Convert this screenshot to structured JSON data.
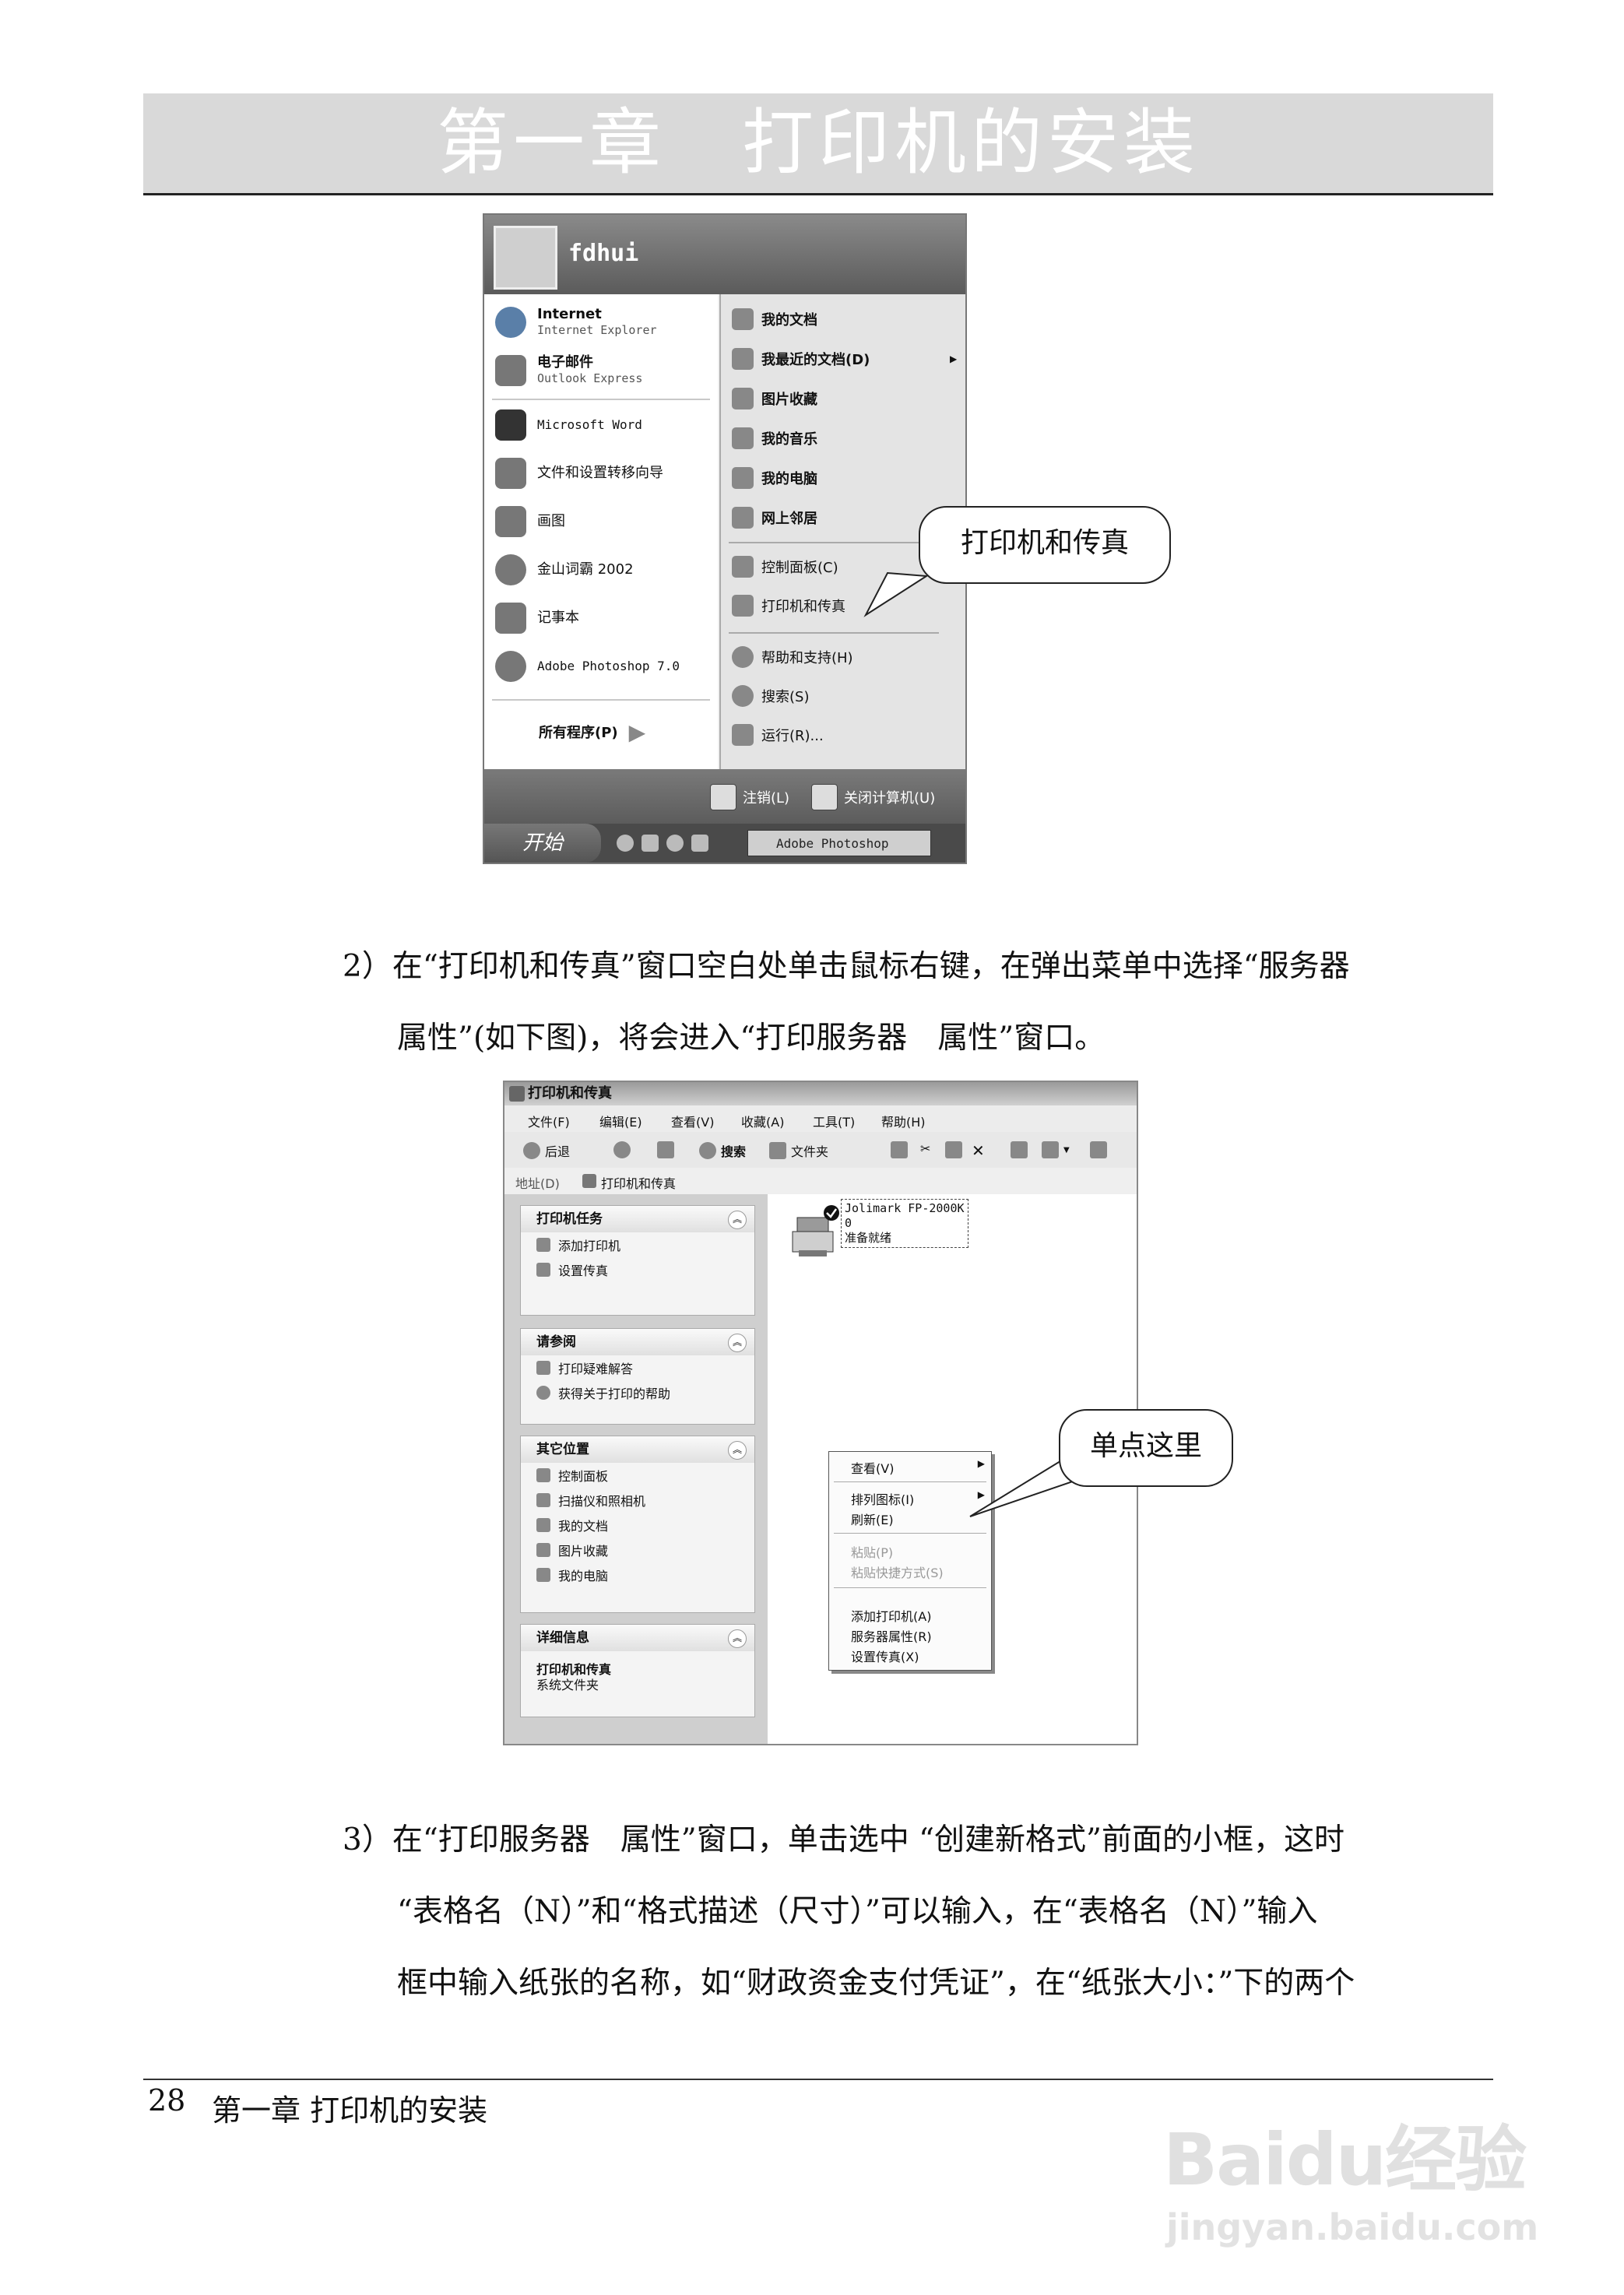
{
  "header": {
    "chapter_title": "第一章　打印机的安装"
  },
  "start_menu": {
    "user_name": "fdhui",
    "left_items": [
      {
        "label": "Internet",
        "sub": "Internet Explorer"
      },
      {
        "label": "电子邮件",
        "sub": "Outlook Express"
      },
      {
        "label": "Microsoft Word",
        "sub": ""
      },
      {
        "label": "文件和设置转移向导",
        "sub": ""
      },
      {
        "label": "画图",
        "sub": ""
      },
      {
        "label": "金山词霸 2002",
        "sub": ""
      },
      {
        "label": "记事本",
        "sub": ""
      },
      {
        "label": "Adobe Photoshop 7.0",
        "sub": ""
      }
    ],
    "all_programs": "所有程序(P)",
    "right_items": [
      {
        "label": "我的文档"
      },
      {
        "label": "我最近的文档(D)"
      },
      {
        "label": "图片收藏"
      },
      {
        "label": "我的音乐"
      },
      {
        "label": "我的电脑"
      },
      {
        "label": "网上邻居"
      },
      {
        "label": "控制面板(C)"
      },
      {
        "label": "打印机和传真"
      },
      {
        "label": "帮助和支持(H)"
      },
      {
        "label": "搜索(S)"
      },
      {
        "label": "运行(R)..."
      }
    ],
    "logoff": "注销(L)",
    "shutdown": "关闭计算机(U)",
    "start_button": "开始",
    "taskbar_item": "Adobe Photoshop",
    "callout": "打印机和传真"
  },
  "paragraphs": {
    "p2_line1": "2）在“打印机和传真”窗口空白处单击鼠标右键，在弹出菜单中选择“服务器",
    "p2_line2": "属性”(如下图)，将会进入“打印服务器　属性”窗口。",
    "p3_line1": "3）在“打印服务器　属性”窗口，单击选中 “创建新格式”前面的小框，这时",
    "p3_line2": "“表格名（N）”和“格式描述（尺寸）”可以输入，在“表格名（N）”输入",
    "p3_line3": "框中输入纸张的名称，如“财政资金支付凭证”，在“纸张大小：”下的两个"
  },
  "explorer": {
    "title": "打印机和传真",
    "menus": [
      "文件(F)",
      "编辑(E)",
      "查看(V)",
      "收藏(A)",
      "工具(T)",
      "帮助(H)"
    ],
    "toolbar": {
      "back": "后退",
      "search": "搜索",
      "folders": "文件夹"
    },
    "address_label": "地址(D)",
    "address_value": "打印机和传真",
    "panels": [
      {
        "title": "打印机任务",
        "items": [
          "添加打印机",
          "设置传真"
        ]
      },
      {
        "title": "请参阅",
        "items": [
          "打印疑难解答",
          "获得关于打印的帮助"
        ]
      },
      {
        "title": "其它位置",
        "items": [
          "控制面板",
          "扫描仪和照相机",
          "我的文档",
          "图片收藏",
          "我的电脑"
        ]
      },
      {
        "title": "详细信息",
        "items": [
          "打印机和传真",
          "系统文件夹"
        ]
      }
    ],
    "printer": {
      "name": "Jolimark FP-2000K",
      "count": "0",
      "status": "准备就绪"
    },
    "context_menu": {
      "view": "查看(V)",
      "arrange": "排列图标(I)",
      "refresh": "刷新(E)",
      "paste": "粘贴(P)",
      "paste_shortcut": "粘贴快捷方式(S)",
      "add_printer": "添加打印机(A)",
      "server_props": "服务器属性(R)",
      "setup_fax": "设置传真(X)"
    },
    "callout": "单点这里"
  },
  "footer": {
    "page_number": "28",
    "chapter": "第一章 打印机的安装"
  },
  "watermark": {
    "logo": "Baidu经验",
    "url": "jingyan.baidu.com"
  }
}
